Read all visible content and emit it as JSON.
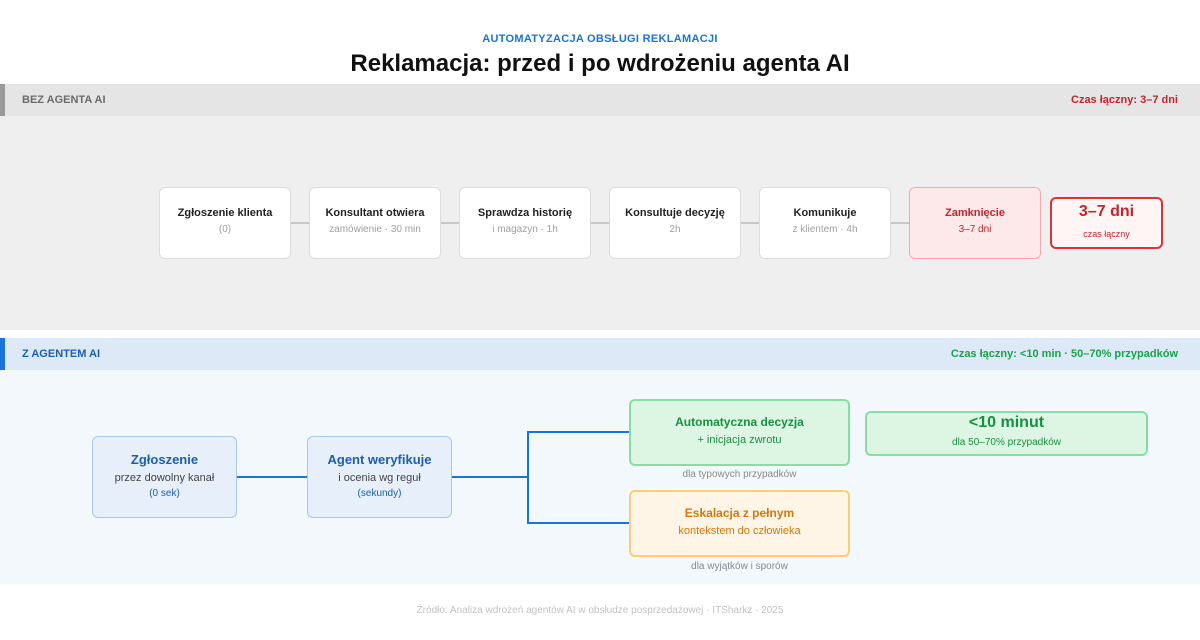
{
  "header": {
    "kicker": "AUTOMATYZACJA OBSŁUGI REKLAMACJI",
    "title": "Reklamacja: przed i po wdrożeniu agenta AI"
  },
  "before": {
    "label": "BEZ AGENTA AI",
    "total_time": "Czas łączny: 3–7 dni",
    "steps": [
      {
        "title": "Zgłoszenie klienta",
        "sub": "(0)"
      },
      {
        "title": "Konsultant otwiera",
        "sub": "zamówienie · 30 min"
      },
      {
        "title": "Sprawdza historię",
        "sub": "i magazyn · 1h"
      },
      {
        "title": "Konsultuje decyzję",
        "sub": "2h"
      },
      {
        "title": "Komunikuje",
        "sub": "z klientem · 4h"
      },
      {
        "title": "Zamknięcie",
        "sub": "3–7 dni"
      }
    ],
    "total_box": {
      "value": "3–7 dni",
      "caption": "czas łączny"
    },
    "colors": {
      "accent": "#c0272d",
      "header_bg": "#e5e5e5"
    }
  },
  "after": {
    "label": "Z AGENTEM AI",
    "total_time": "Czas łączny: <10 min · 50–70% przypadków",
    "steps": [
      {
        "title": "Zgłoszenie",
        "sub": "przez dowolny kanał",
        "note": "(0 sek)"
      },
      {
        "title": "Agent weryfikuje",
        "sub": "i ocenia wg reguł",
        "note": "(sekundy)"
      }
    ],
    "outcomes": [
      {
        "title": "Automatyczna decyzja",
        "sub": "+ inicjacja zwrotu",
        "caption": "dla typowych przypadków"
      },
      {
        "title": "Eskalacja z pełnym",
        "sub": "kontekstem do człowieka",
        "caption": "dla wyjątków i sporów"
      }
    ],
    "total_box": {
      "value": "<10 minut",
      "caption": "dla 50–70% przypadków"
    },
    "colors": {
      "accent": "#1a73d8",
      "success": "#17903f",
      "warning": "#d4780a"
    }
  },
  "footer": {
    "source": "Źródło: Analiza wdrożeń agentów AI w obsłudze posprzedażowej · ITSharkz · 2025"
  }
}
